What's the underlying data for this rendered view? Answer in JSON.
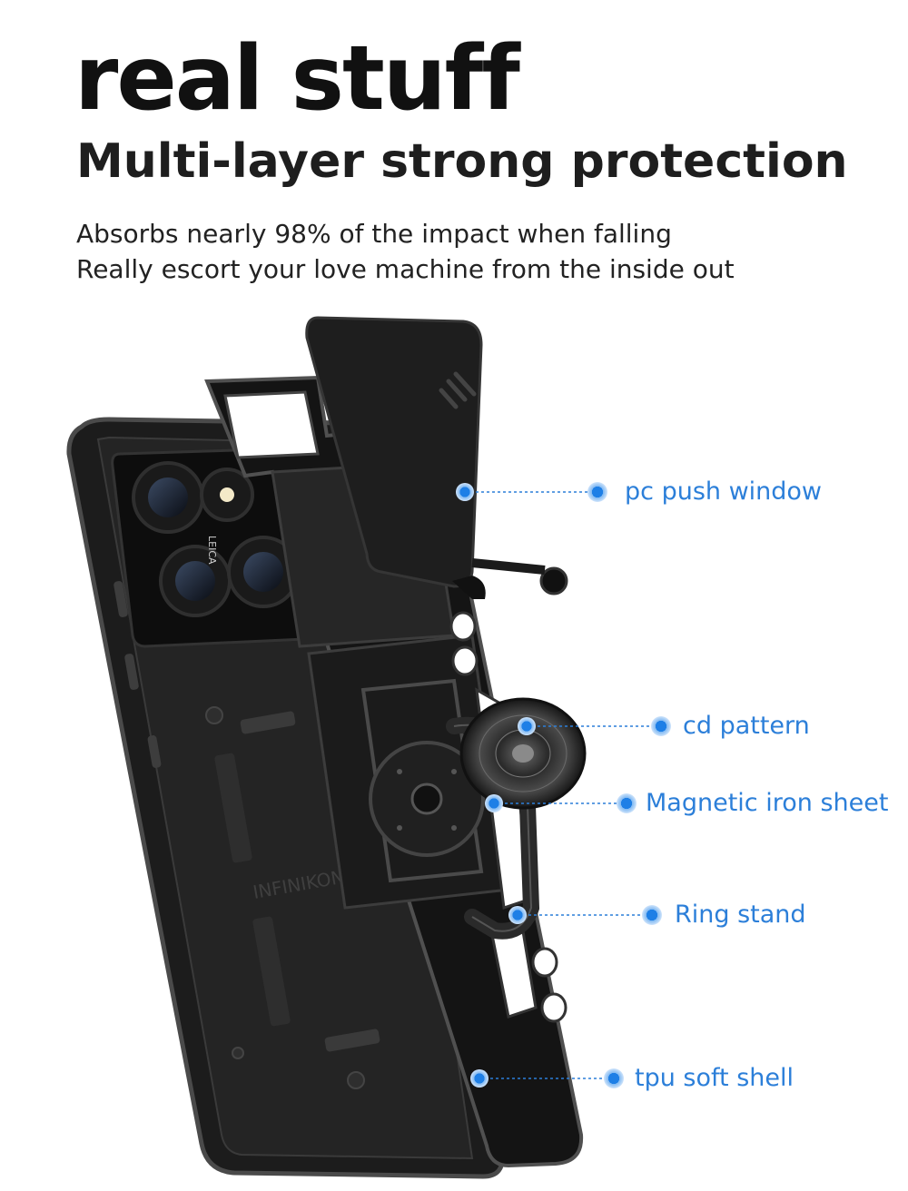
{
  "headline": "real stuff",
  "subheadline": "Multi-layer strong protection",
  "description": [
    "Absorbs nearly 98% of the impact when falling",
    "Really escort your love machine from the inside out"
  ],
  "product": {
    "camera_brand_mark": "LEICA",
    "case_embossed_text": "INFINIKONG"
  },
  "callouts": {
    "pc_push_window": "pc push window",
    "cd_pattern": "cd pattern",
    "magnetic_iron_sheet": "Magnetic iron sheet",
    "ring_stand": "Ring stand",
    "tpu_soft_shell": "tpu soft shell"
  },
  "colors": {
    "accent_blue": "#1e7fe6",
    "callout_text": "#2c7fd9",
    "case_black": "#1a1a1a"
  }
}
